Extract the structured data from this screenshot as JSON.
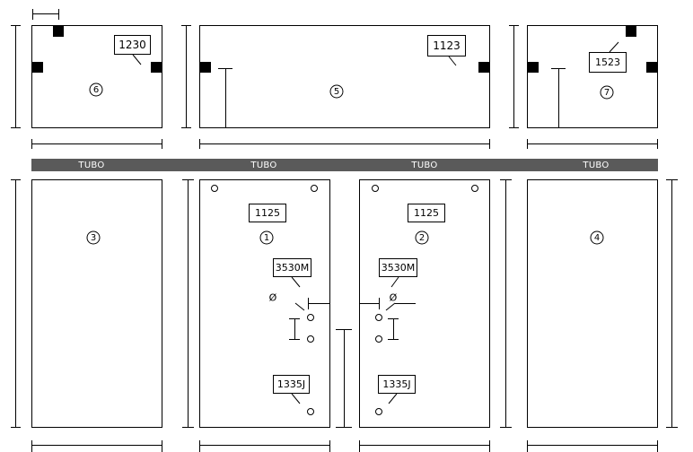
{
  "tubo": {
    "label": "TUBO",
    "color": "#5a5a5a"
  },
  "panels": {
    "p6": {
      "number": "6",
      "code": "1230"
    },
    "p5": {
      "number": "5",
      "code": "1123"
    },
    "p7": {
      "number": "7",
      "code": "1523"
    },
    "p3": {
      "number": "3"
    },
    "p1": {
      "number": "1",
      "code": "1125",
      "hinge": "3530M",
      "bottom_code": "1335J",
      "symbol": "Ø"
    },
    "p2": {
      "number": "2",
      "code": "1125",
      "hinge": "3530M",
      "bottom_code": "1335J",
      "symbol": "Ø"
    },
    "p4": {
      "number": "4"
    }
  }
}
